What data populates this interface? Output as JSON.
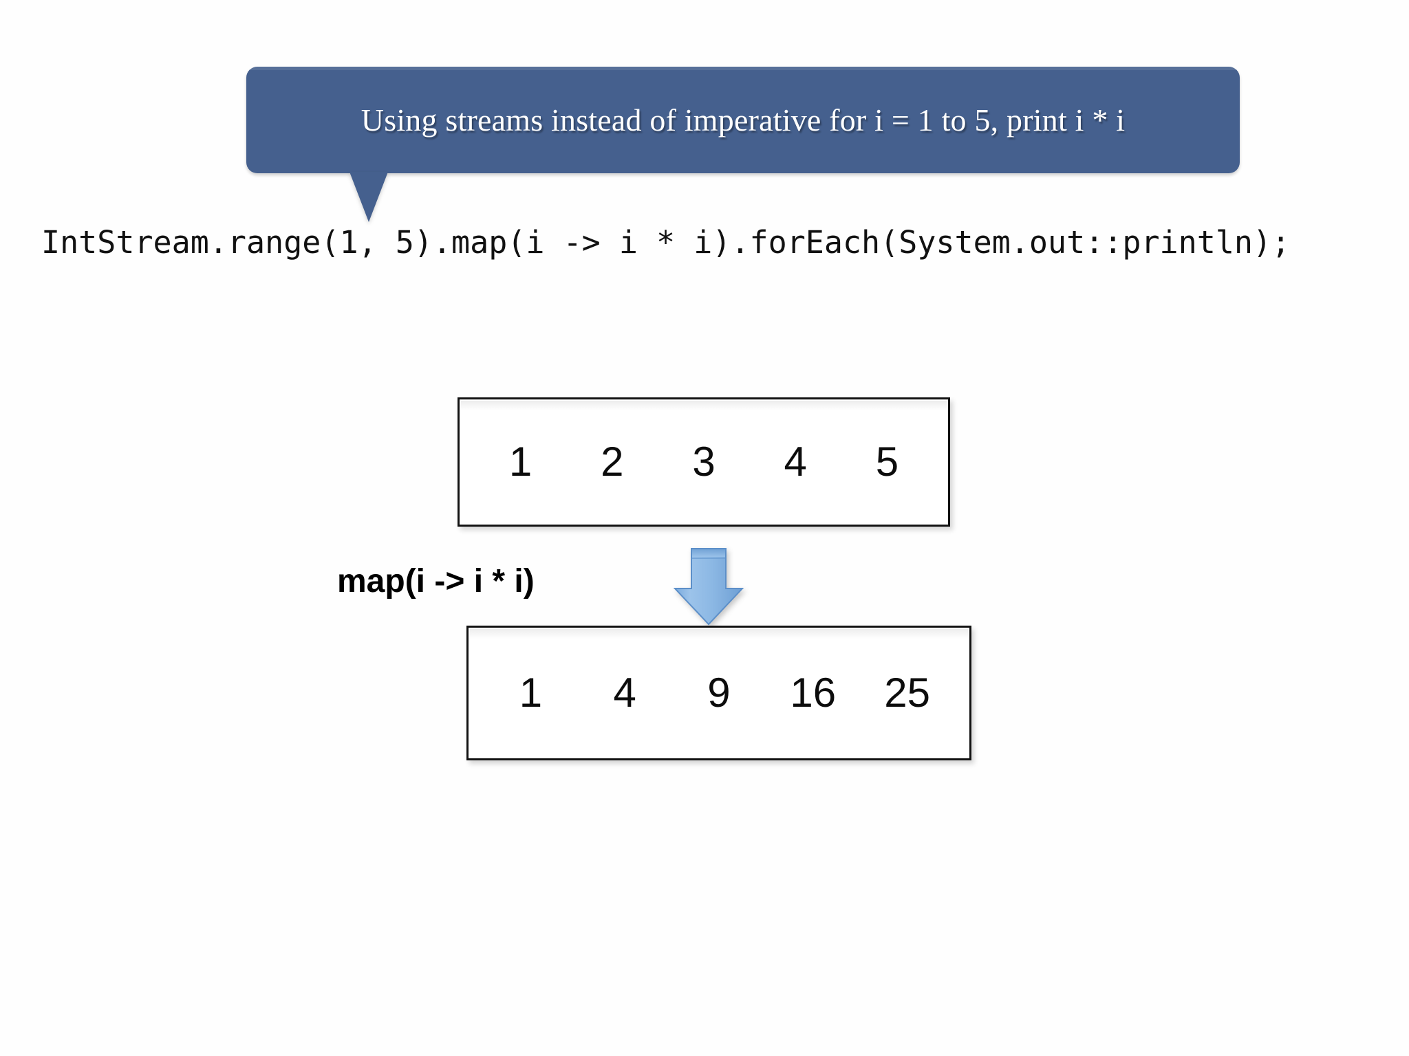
{
  "slide": {
    "background_color": "#FEFEFE"
  },
  "callout": {
    "text": "Using streams instead of imperative for i = 1 to 5, print i * i",
    "fill_color": "#45608E",
    "text_color": "#FFFFFF",
    "tail_direction": "down"
  },
  "code": {
    "line": "IntStream.range(1, 5).map(i -> i * i).forEach(System.out::println);"
  },
  "diagram": {
    "input_box": {
      "label": "input-stream-values",
      "values": [
        "1",
        "2",
        "3",
        "4",
        "5"
      ]
    },
    "operation": {
      "label": "map(i -> i * i)",
      "arrow": "down-arrow-icon",
      "arrow_color": "#8CB8E4"
    },
    "output_box": {
      "label": "mapped-stream-values",
      "values": [
        "1",
        "4",
        "9",
        "16",
        "25"
      ]
    }
  }
}
